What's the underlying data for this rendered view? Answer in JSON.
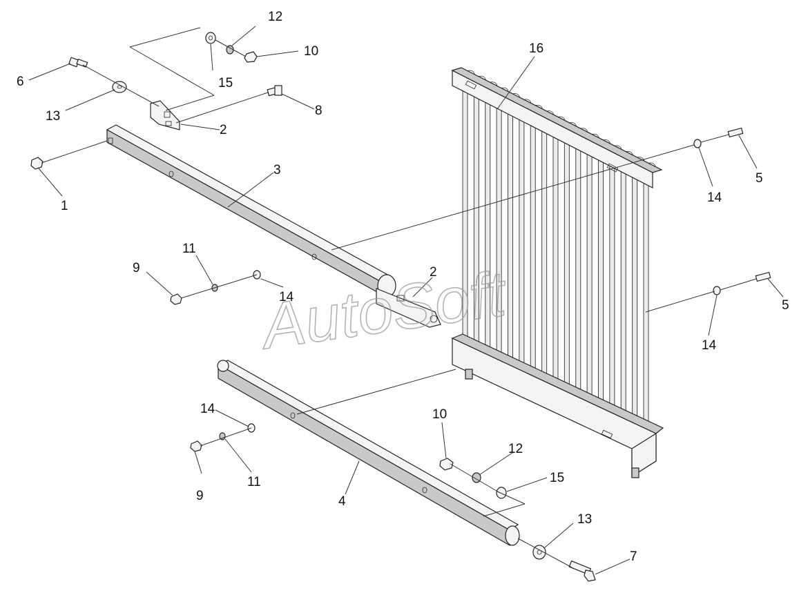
{
  "watermark": "AutoSoft",
  "callouts": {
    "c1": "1",
    "c2a": "2",
    "c2b": "2",
    "c3": "3",
    "c4": "4",
    "c5a": "5",
    "c5b": "5",
    "c6": "6",
    "c7": "7",
    "c8": "8",
    "c9a": "9",
    "c9b": "9",
    "c10a": "10",
    "c10b": "10",
    "c11a": "11",
    "c11b": "11",
    "c12a": "12",
    "c12b": "12",
    "c13a": "13",
    "c13b": "13",
    "c14a": "14",
    "c14b": "14",
    "c14c": "14",
    "c14d": "14",
    "c15a": "15",
    "c15b": "15",
    "c16": "16"
  }
}
